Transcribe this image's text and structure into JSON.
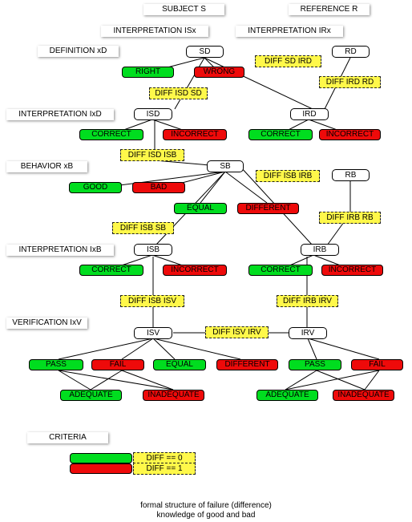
{
  "headers": {
    "subject": "SUBJECT S",
    "reference": "REFERENCE R",
    "interp_subject": "INTERPRETATION  ISx",
    "interp_reference": "INTERPRETATION  IRx",
    "definition": "DEFINITION xD",
    "interp_xd": "INTERPRETATION  IxD",
    "behavior": "BEHAVIOR xB",
    "interp_xb": "INTERPRETATION  IxB",
    "verification": "VERIFICATION IxV",
    "criteria": "CRITERIA"
  },
  "nodes": {
    "sd": "SD",
    "rd": "RD",
    "isd": "ISD",
    "ird": "IRD",
    "sb": "SB",
    "rb": "RB",
    "isb": "ISB",
    "irb": "IRB",
    "isv": "ISV",
    "irv": "IRV"
  },
  "outcomes": {
    "right": "RIGHT",
    "wrong": "WRONG",
    "correct": "CORRECT",
    "incorrect": "INCORRECT",
    "good": "GOOD",
    "bad": "BAD",
    "equal": "EQUAL",
    "different": "DIFFERENT",
    "pass": "PASS",
    "fail": "FAIL",
    "adequate": "ADEQUATE",
    "inadequate": "INADEQUATE"
  },
  "diffs": {
    "sd_ird": "DIFF SD IRD",
    "isd_sd": "DIFF ISD SD",
    "ird_rd": "DIFF IRD RD",
    "isd_isb": "DIFF ISD ISB",
    "isb_irb": "DIFF ISB IRB",
    "irb_rb": "DIFF IRB RB",
    "isb_sb": "DIFF ISB SB",
    "isb_isv": "DIFF ISB ISV",
    "irb_irv": "DIFF IRB IRV",
    "isv_irv": "DIFF ISV IRV"
  },
  "legend": {
    "zero": "DIFF == 0",
    "one": "DIFF == 1"
  },
  "caption": {
    "line1": "formal structure of failure (difference)",
    "line2": "knowledge of good and bad"
  },
  "colors": {
    "good": "#00dd1f",
    "bad": "#ee0a0a",
    "diff": "#fff84a"
  }
}
